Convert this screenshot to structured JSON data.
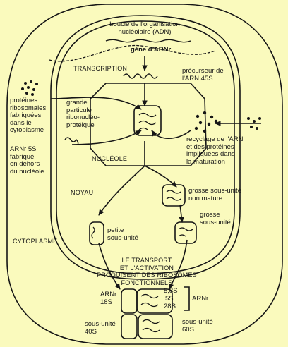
{
  "colors": {
    "background": "#fafabd",
    "ink": "#161616"
  },
  "labels": {
    "rdna_loop": "boucle de l'organisation\nnucléolaire (ADN)",
    "rrna_gene": "gène d'ARNr",
    "transcription": "TRANSCRIPTION",
    "precursor": "précurseur de\nl'ARN 45S",
    "ribosomal_proteins": "protéines\nribosomales\nfabriquées\ndans le\ncytoplasme",
    "large_particle": "grande\nparticule\nribonucléo-\nprotéique",
    "recycling": "recyclage de l'ARN\net des protéines\nimpliquées dans\nla maturation",
    "rrna_5s": "ARNr 5S\nfabriqué\nen dehors\ndu nucléole",
    "nucleolus": "NUCLÉOLE",
    "nucleus": "NOYAU",
    "immature_large": "grosse sous-unité\nnon mature",
    "large_subunit": "grosse\nsous-unité",
    "small_subunit": "petite\nsous-unité",
    "cytoplasm": "CYTOPLASME",
    "transport": "LE TRANSPORT\nET L'ACTIVATION\nPRODUISENT DES RIBOSOMES\nFONCTIONNELS",
    "rrna_18s": "ARNr\n18S",
    "s58": "5,8S",
    "s5": "5S",
    "s28": "28S",
    "rrna_right": "ARNr",
    "subunit_40s": "sous-unité\n40S",
    "subunit_60s": "sous-unité\n60S"
  }
}
